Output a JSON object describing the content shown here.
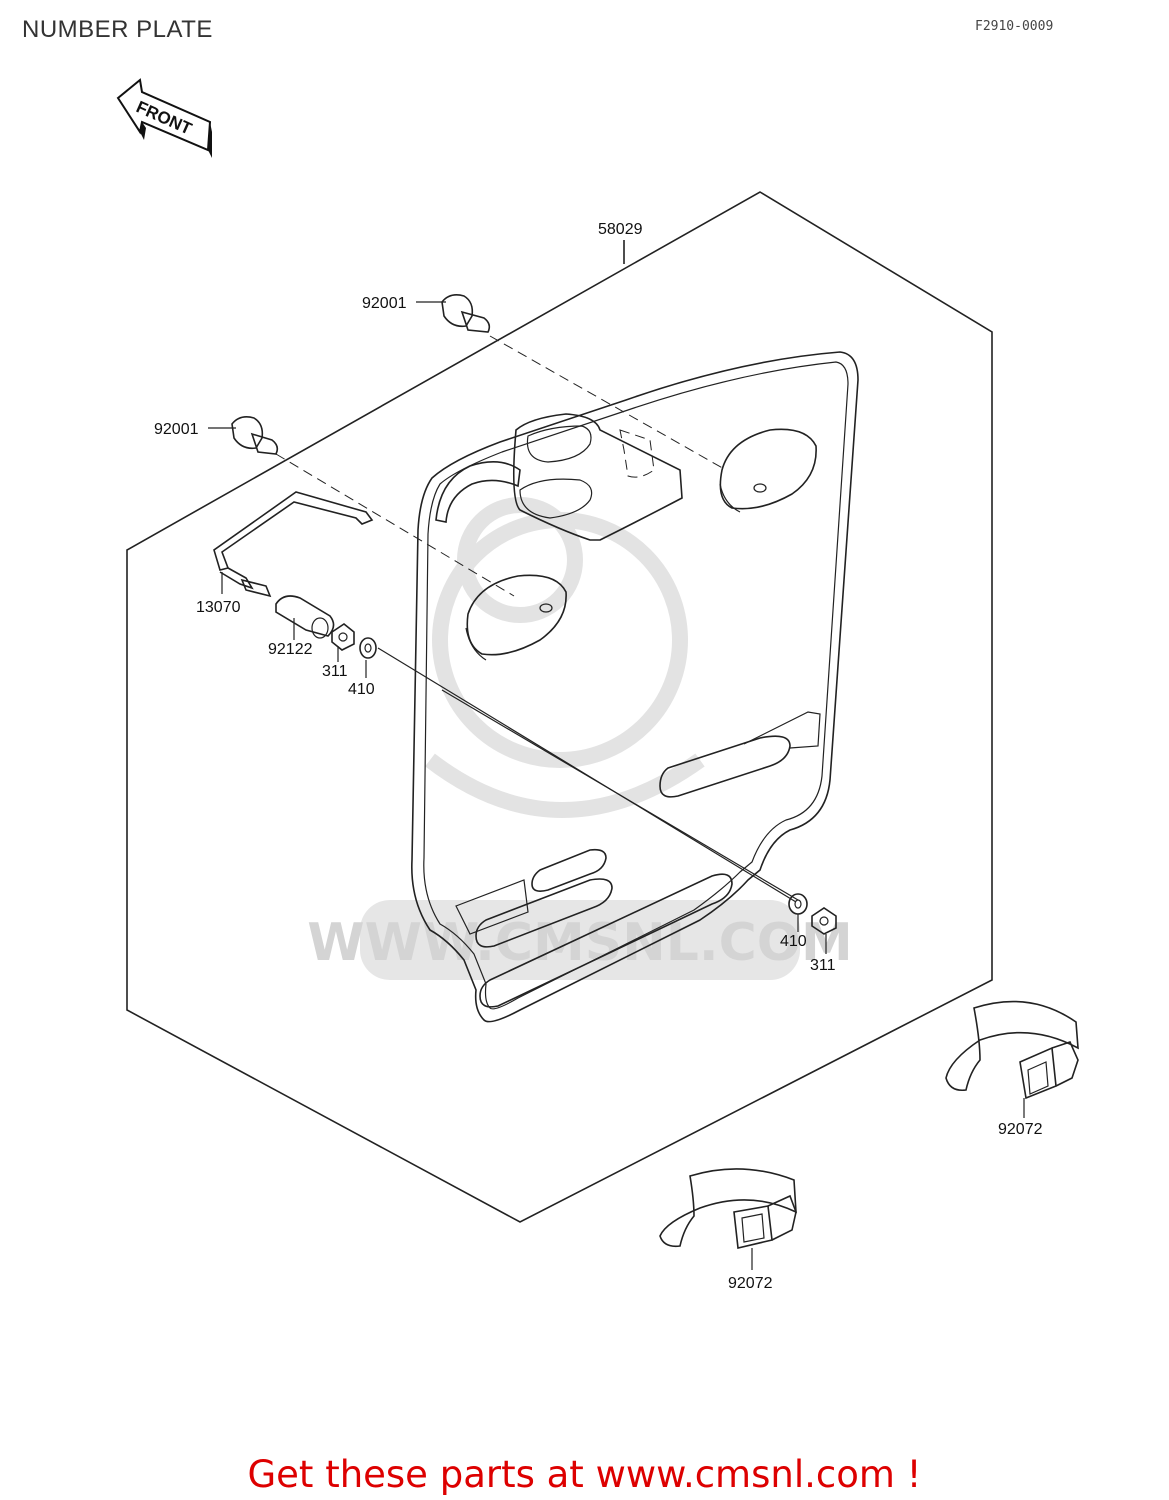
{
  "header": {
    "title": "NUMBER PLATE",
    "diagram_code": "F2910-0009"
  },
  "front_arrow": {
    "label": "FRONT"
  },
  "watermark": {
    "text": "WWW.CMSNL.COM"
  },
  "parts": [
    {
      "number": "58029"
    },
    {
      "number": "92001"
    },
    {
      "number": "92001"
    },
    {
      "number": "13070"
    },
    {
      "number": "92122"
    },
    {
      "number": "311"
    },
    {
      "number": "410"
    },
    {
      "number": "410"
    },
    {
      "number": "311"
    },
    {
      "number": "92072"
    },
    {
      "number": "92072"
    }
  ],
  "footer": {
    "link_text": "Get these parts at www.cmsnl.com !"
  }
}
